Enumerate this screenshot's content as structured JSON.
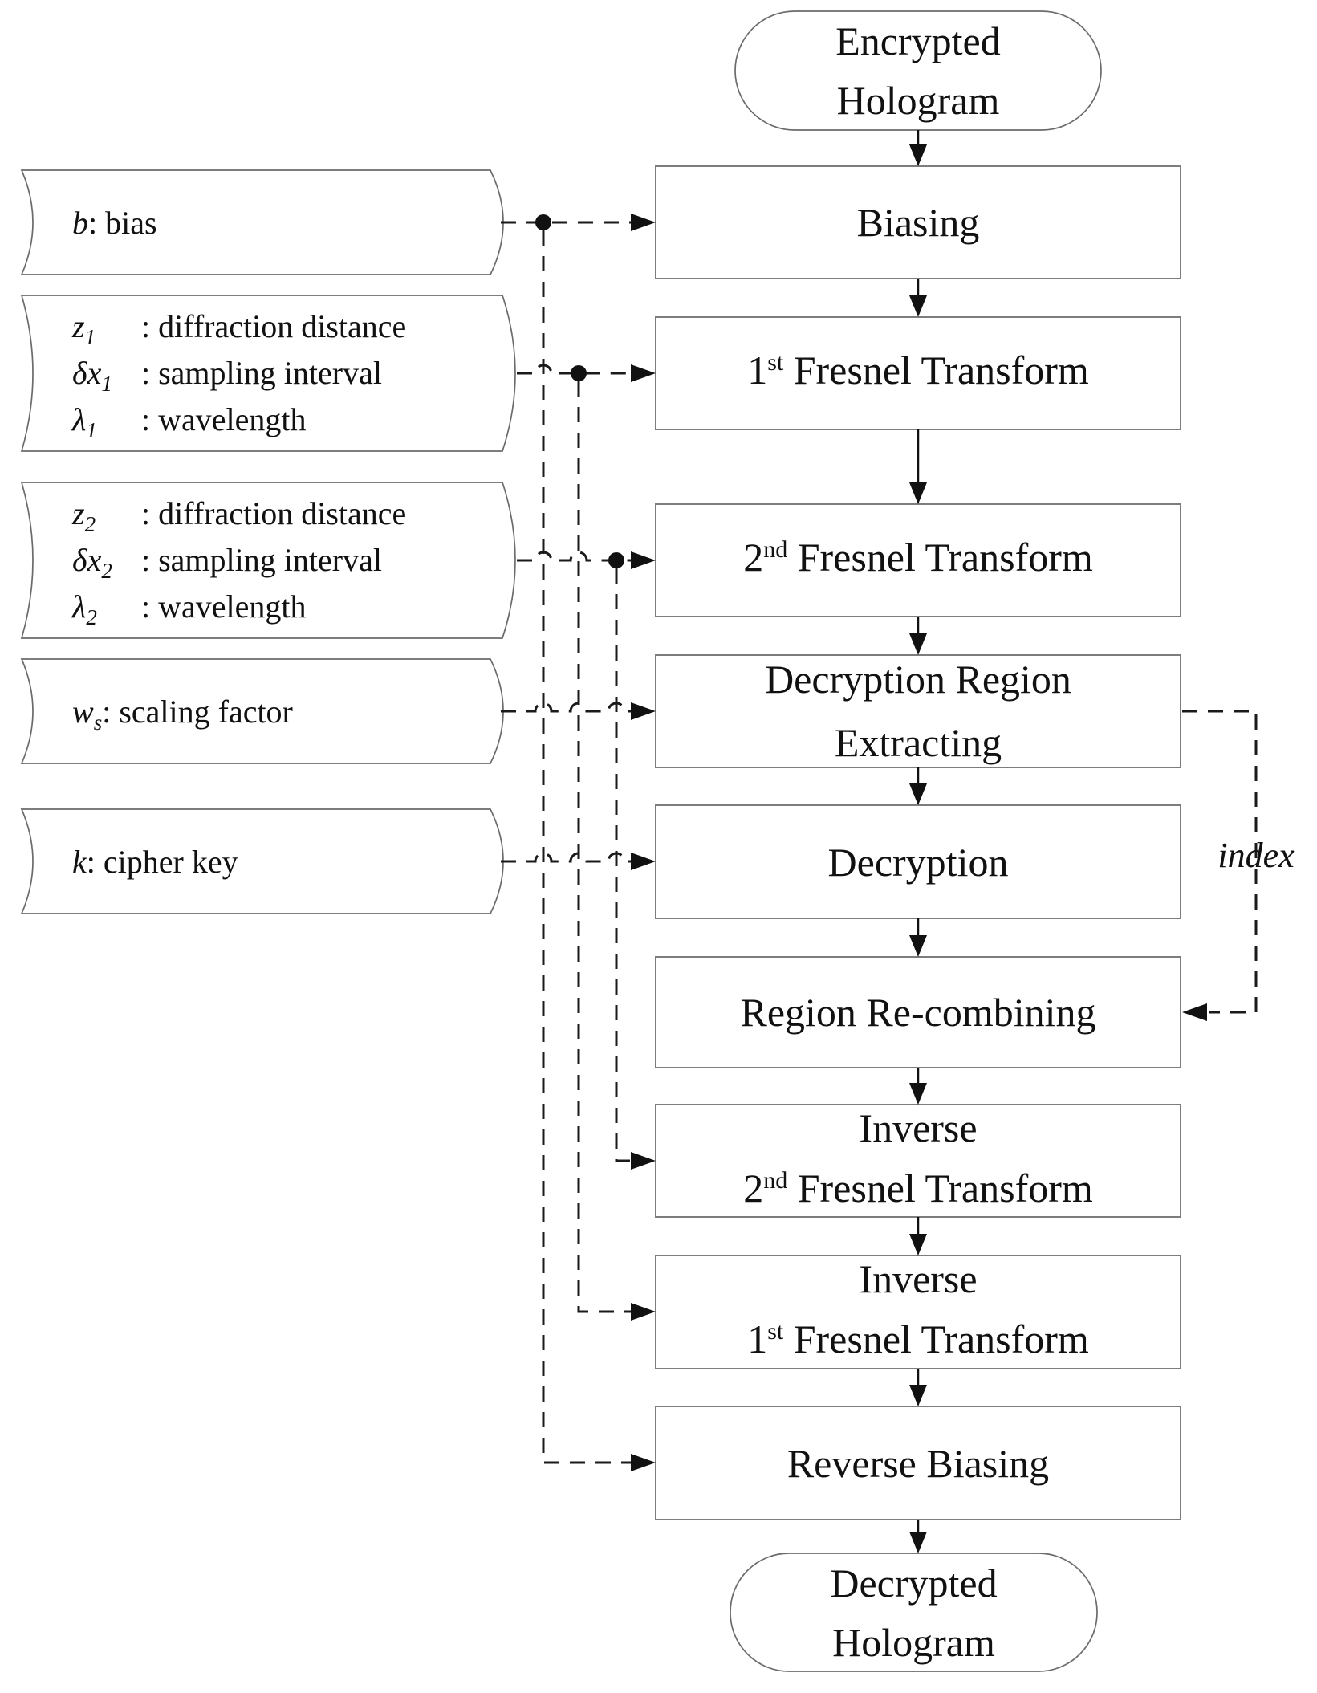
{
  "page": {
    "background": "#ffffff",
    "ink": "#1a1a1a",
    "box_border": "#7d7d7d"
  },
  "terminals": {
    "encrypted": {
      "line1": "Encrypted",
      "line2": "Hologram"
    },
    "decrypted": {
      "line1": "Decrypted",
      "line2": "Hologram"
    }
  },
  "boxes": {
    "biasing": {
      "label": "Biasing"
    },
    "fresnel1": {
      "num": "1",
      "ord": "st",
      "rest": " Fresnel Transform"
    },
    "fresnel2": {
      "num": "2",
      "ord": "nd",
      "rest": " Fresnel Transform"
    },
    "region_extracting": {
      "line1": "Decryption Region",
      "line2": "Extracting"
    },
    "decryption": {
      "label": "Decryption"
    },
    "recombining": {
      "label": "Region Re-combining"
    },
    "inverse2": {
      "line1": "Inverse",
      "num": "2",
      "ord": "nd",
      "rest": " Fresnel Transform"
    },
    "inverse1": {
      "line1": "Inverse",
      "num": "1",
      "ord": "st",
      "rest": " Fresnel Transform"
    },
    "reverse_biasing": {
      "label": "Reverse Biasing"
    }
  },
  "params": {
    "bias": {
      "sym": "b",
      "desc": " : bias"
    },
    "group1": {
      "rows": [
        {
          "sym": "z",
          "sub": "1",
          "desc": ": diffraction distance"
        },
        {
          "sym": "δx",
          "sub": "1",
          "desc": ": sampling interval"
        },
        {
          "sym": "λ",
          "sub": "1",
          "desc": ": wavelength"
        }
      ]
    },
    "group2": {
      "rows": [
        {
          "sym": "z",
          "sub": "2",
          "desc": ": diffraction distance"
        },
        {
          "sym": "δx",
          "sub": "2",
          "desc": ": sampling interval"
        },
        {
          "sym": "λ",
          "sub": "2",
          "desc": ": wavelength"
        }
      ]
    },
    "scaling": {
      "sym": "w",
      "sub": "s",
      "desc": " : scaling factor"
    },
    "cipher": {
      "sym": "k",
      "desc": " : cipher key"
    }
  },
  "annotations": {
    "index": "index"
  }
}
